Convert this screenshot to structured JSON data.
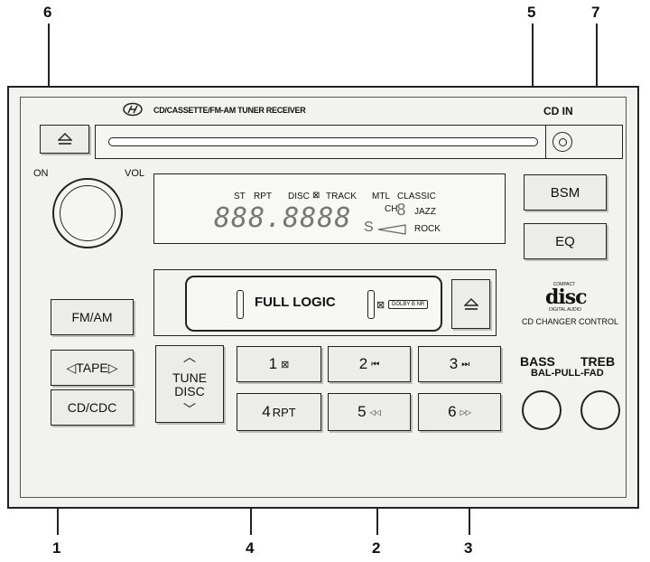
{
  "callouts": {
    "c6": "6",
    "c5": "5",
    "c7": "7",
    "c1": "1",
    "c4": "4",
    "c2": "2",
    "c3": "3"
  },
  "header": {
    "brand_logo": "hyundai-logo",
    "model_text": "CD/CASSETTE/FM-AM TUNER RECEIVER",
    "cd_in_label": "CD IN"
  },
  "knob_labels": {
    "on": "ON",
    "vol": "VOL"
  },
  "display": {
    "st": "ST",
    "rpt": "RPT",
    "disc": "DISC",
    "disc_icon": "⊠",
    "track": "TRACK",
    "mtl": "MTL",
    "classic": "CLASSIC",
    "ch": "CH",
    "ch_digit": "8",
    "jazz": "JAZZ",
    "rock": "ROCK",
    "digits": "888.8888",
    "s_char": "S"
  },
  "right_buttons": {
    "bsm": "BSM",
    "eq": "EQ"
  },
  "cassette": {
    "full_logic": "FULL LOGIC",
    "dolby": "DOLBY B NR",
    "dolby_icon": "⊠"
  },
  "cd_changer": {
    "logo_top": "COMPACT",
    "logo_main": "disc",
    "logo_bottom": "DIGITAL AUDIO",
    "label": "CD CHANGER CONTROL"
  },
  "left_buttons": {
    "fmam": "FM/AM",
    "tape": "◁TAPE▷",
    "cdcdc": "CD/CDC"
  },
  "tune": {
    "up": "︿",
    "line1": "TUNE",
    "line2": "DISC",
    "down": "﹀"
  },
  "presets": [
    {
      "num": "1",
      "sub": "⊠"
    },
    {
      "num": "2",
      "sub": "⏮"
    },
    {
      "num": "3",
      "sub": "⏭"
    },
    {
      "num": "4",
      "sub": "RPT"
    },
    {
      "num": "5",
      "sub": "◁◁"
    },
    {
      "num": "6",
      "sub": "▷▷"
    }
  ],
  "tone": {
    "bass": "BASS",
    "treb": "TREB",
    "bal": "BAL-PULL-FAD"
  }
}
